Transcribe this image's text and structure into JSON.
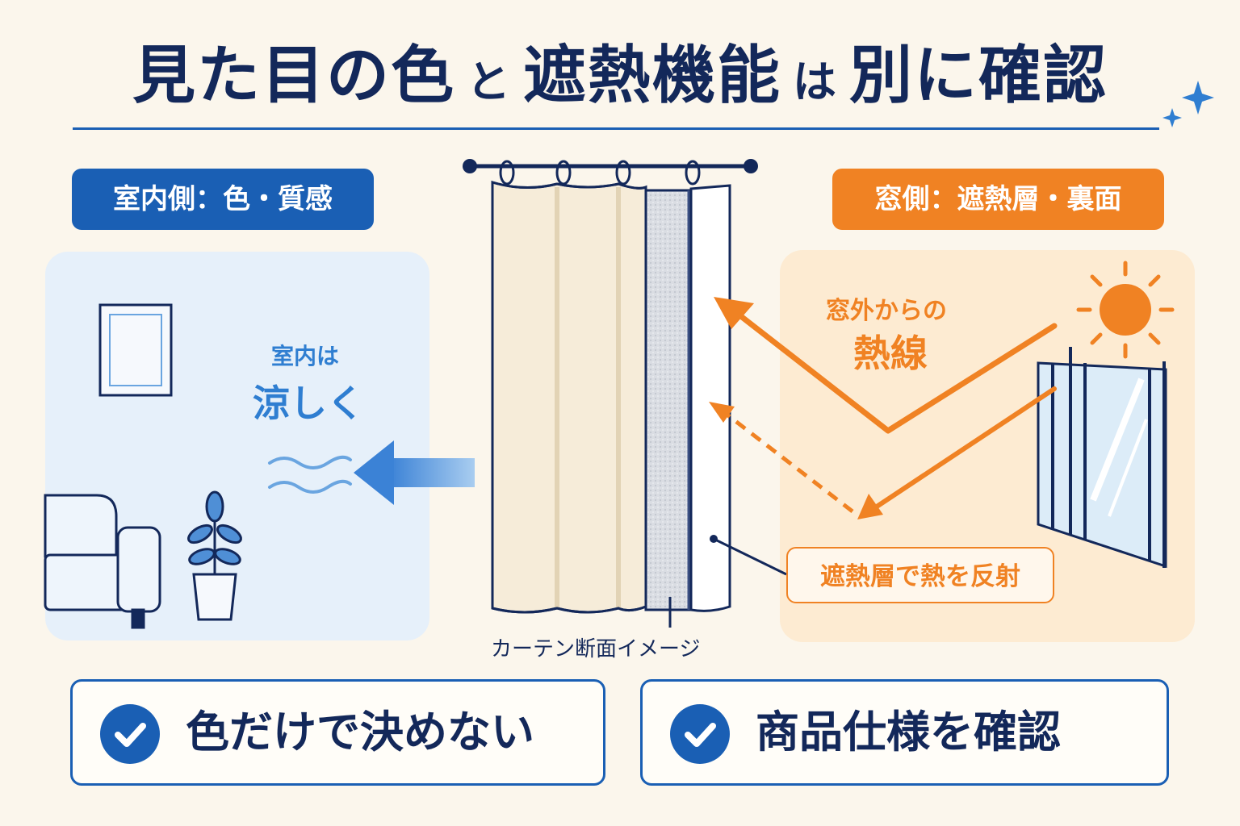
{
  "title": {
    "part1": "見た目の色",
    "part2": "と",
    "part3": "遮熱機能",
    "part4": "は",
    "part5": "別に確認"
  },
  "indoor": {
    "tag": "室内側：色・質感",
    "cool_small": "室内は",
    "cool_big": "涼しく"
  },
  "window": {
    "tag": "窓側：遮熱層・裏面",
    "heat_small": "窓外からの",
    "heat_big": "熱線",
    "reflect_label": "遮熱層で熱を反射"
  },
  "curtain": {
    "caption": "カーテン断面イメージ"
  },
  "checks": [
    {
      "label": "色だけで決めない"
    },
    {
      "label": "商品仕様を確認"
    }
  ],
  "colors": {
    "navy": "#13285a",
    "blue": "#1a5fb4",
    "light_blue": "#2f7ed1",
    "orange": "#f08223",
    "background": "#fbf6ec"
  }
}
